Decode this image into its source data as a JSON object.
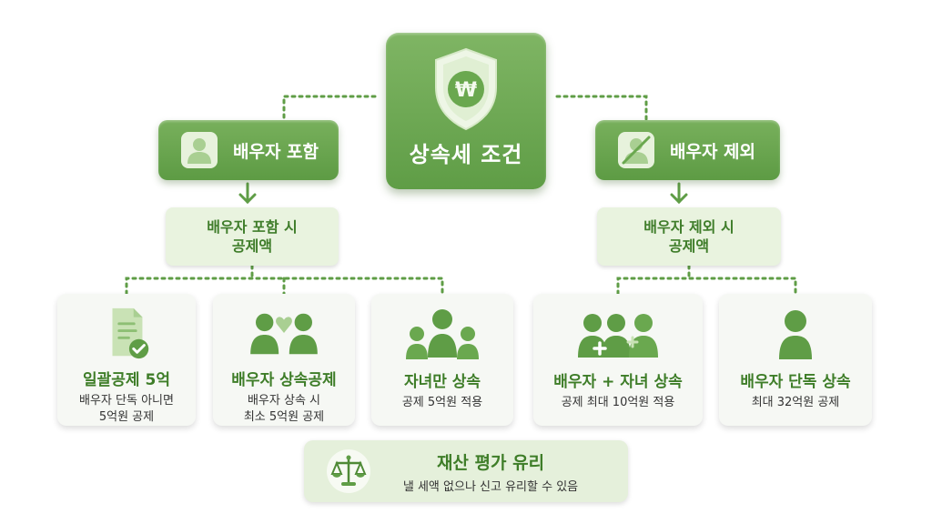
{
  "root": {
    "title": "상속세 조건",
    "icon": "won-shield-icon"
  },
  "branches": [
    {
      "label": "배우자 포함",
      "icon": "person-icon",
      "sub": {
        "line1": "배우자 포함 시",
        "line2": "공제액"
      },
      "cards": [
        {
          "title": "일괄공제 5억",
          "desc": "배우자 단독 아니면\n5억원 공제",
          "icon": "document-check-icon"
        },
        {
          "title": "배우자 상속공제",
          "desc": "배우자 상속 시\n최소 5억원 공제",
          "icon": "couple-heart-icon"
        },
        {
          "title": "자녀만 상속",
          "desc": "공제 5억원 적용",
          "icon": "children-group-icon"
        }
      ]
    },
    {
      "label": "배우자 제외",
      "icon": "person-excluded-icon",
      "sub": {
        "line1": "배우자 제외 시",
        "line2": "공제액"
      },
      "cards": [
        {
          "title": "배우자 + 자녀 상속",
          "desc": "공제 최대 10억원 적용",
          "icon": "people-plus-icon"
        },
        {
          "title": "배우자 단독 상속",
          "desc": "최대 32억원 공제",
          "icon": "single-person-icon"
        }
      ]
    }
  ],
  "note": {
    "title": "재산 평가 유리",
    "desc": "낼 세액 없으나 신고 유리할 수 있음",
    "icon": "scales-icon"
  },
  "colors": {
    "primary": "#5f9d46",
    "light": "#e9f3df",
    "card": "#f6f8f4",
    "text_green": "#3e7d28"
  }
}
